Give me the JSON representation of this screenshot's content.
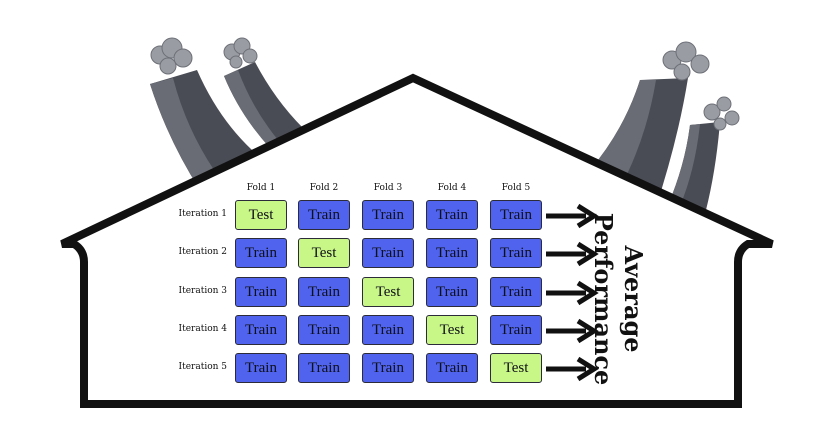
{
  "folds": [
    "Fold 1",
    "Fold 2",
    "Fold 3",
    "Fold 4",
    "Fold 5"
  ],
  "iterations": [
    {
      "label": "Iteration 1",
      "cells": [
        "Test",
        "Train",
        "Train",
        "Train",
        "Train"
      ]
    },
    {
      "label": "Iteration 2",
      "cells": [
        "Train",
        "Test",
        "Train",
        "Train",
        "Train"
      ]
    },
    {
      "label": "Iteration 3",
      "cells": [
        "Train",
        "Train",
        "Test",
        "Train",
        "Train"
      ]
    },
    {
      "label": "Iteration 4",
      "cells": [
        "Train",
        "Train",
        "Train",
        "Test",
        "Train"
      ]
    },
    {
      "label": "Iteration 5",
      "cells": [
        "Train",
        "Train",
        "Train",
        "Train",
        "Test"
      ]
    }
  ],
  "result": {
    "line1": "Average",
    "line2": "Performance"
  },
  "colors": {
    "train": "#4f63ee",
    "test": "#c8f787",
    "house": "#111111",
    "chimney": "#4a4c55",
    "smoke": "#9a9ca3"
  },
  "icons": [
    "house-outline-icon",
    "chimney-icon",
    "smoke-icon",
    "arrow-right-icon"
  ]
}
